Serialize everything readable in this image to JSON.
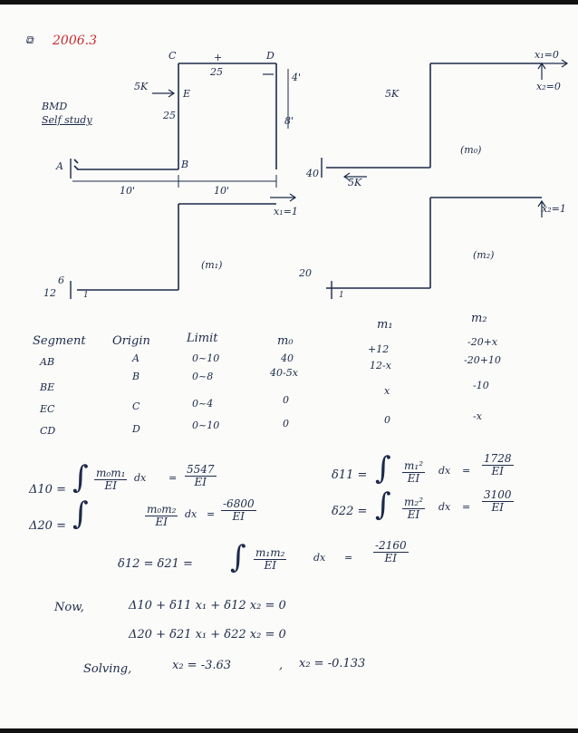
{
  "header": {
    "problem_no": "2006.3"
  },
  "frame_labels": {
    "bmd": "BMD",
    "self_study": "Self study",
    "load_5k": "5K",
    "load_25": "25",
    "label_A": "A",
    "label_B": "B",
    "label_C": "C",
    "label_D": "D",
    "label_E": "E",
    "dim_4": "4'",
    "dim_8": "8'",
    "dim_10_left": "10'",
    "dim_10_right": "10'",
    "plus": "+",
    "d25": "25",
    "x1_eq_1": "x₁=1"
  },
  "m0_labels": {
    "load_5k_top": "5K",
    "x1_eq_0": "x₁=0",
    "x2_eq_0": "x₂=0",
    "name": "(m₀)",
    "v40": "40",
    "load_5k_bottom": "5K"
  },
  "m1_labels": {
    "name": "(m₁)",
    "v6": "6",
    "v12": "12",
    "v1": "1"
  },
  "m2_labels": {
    "name": "(m₂)",
    "x2_eq_1": "x₂=1",
    "v20": "20",
    "v1": "1"
  },
  "table": {
    "headers": [
      "Segment",
      "Origin",
      "Limit",
      "m₀",
      "m₁",
      "m₂"
    ],
    "rows": [
      [
        "AB",
        "A",
        "0~10",
        "40",
        "+12",
        "-20+x"
      ],
      [
        "",
        "",
        "",
        "",
        "12-x",
        "-20+10"
      ],
      [
        "BE",
        "B",
        "0~8",
        "40-5x",
        "",
        ""
      ],
      [
        "EC",
        "C",
        "0~4",
        "0",
        "x",
        "-10"
      ],
      [
        "CD",
        "D",
        "0~10",
        "0",
        "0",
        "-x"
      ]
    ]
  },
  "equations": {
    "delta10_lhs": "Δ10 =",
    "delta10_rhs": "5547",
    "delta20_lhs": "Δ20 =",
    "delta20_rhs": "-6800",
    "d11_lhs": "δ11 =",
    "d11_rhs": "1728",
    "d22_lhs": "δ22 =",
    "d22_rhs": "3100",
    "d12_lhs": "δ12 = δ21 =",
    "d12_rhs": "-2160",
    "ei": "EI",
    "dx": "dx",
    "now": "Now,",
    "compat1": "Δ10 + δ11 x₁ + δ12 x₂ = 0",
    "compat2": "Δ20 + δ21 x₁ + δ22 x₂ = 0",
    "solving": "Solving,",
    "result1": "x₂ = -3.63",
    "result2": "x₂ = -0.133"
  }
}
